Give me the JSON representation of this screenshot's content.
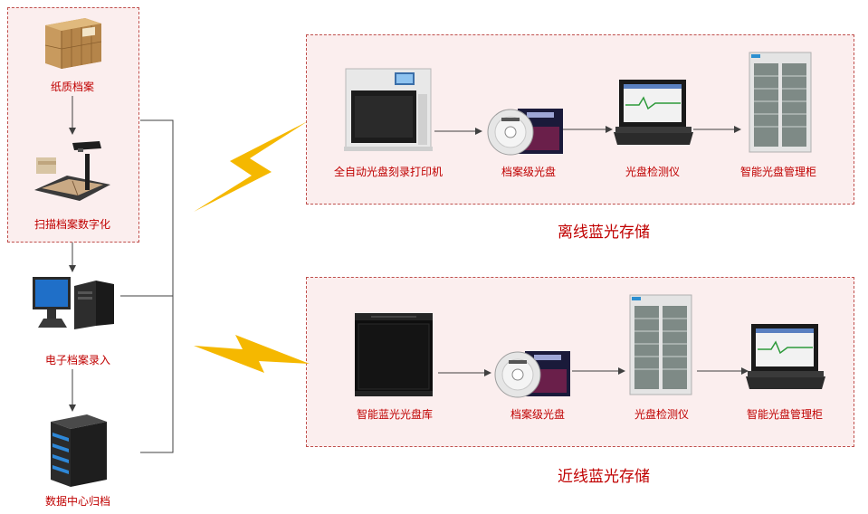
{
  "left_column": {
    "paper_archive": "纸质档案",
    "scan_digitize": "扫描档案数字化",
    "electronic_entry": "电子档案录入",
    "datacenter_archive": "数据中心归档"
  },
  "offline": {
    "title": "离线蓝光存储",
    "items": [
      "全自动光盘刻录打印机",
      "档案级光盘",
      "光盘检测仪",
      "智能光盘管理柜"
    ]
  },
  "nearline": {
    "title": "近线蓝光存储",
    "items": [
      "智能蓝光光盘库",
      "档案级光盘",
      "光盘检测仪",
      "智能光盘管理柜"
    ]
  },
  "colors": {
    "label": "#c00000",
    "box_border": "#c0504d",
    "box_fill": "#fbeeee",
    "lightning": "#f5b800"
  }
}
